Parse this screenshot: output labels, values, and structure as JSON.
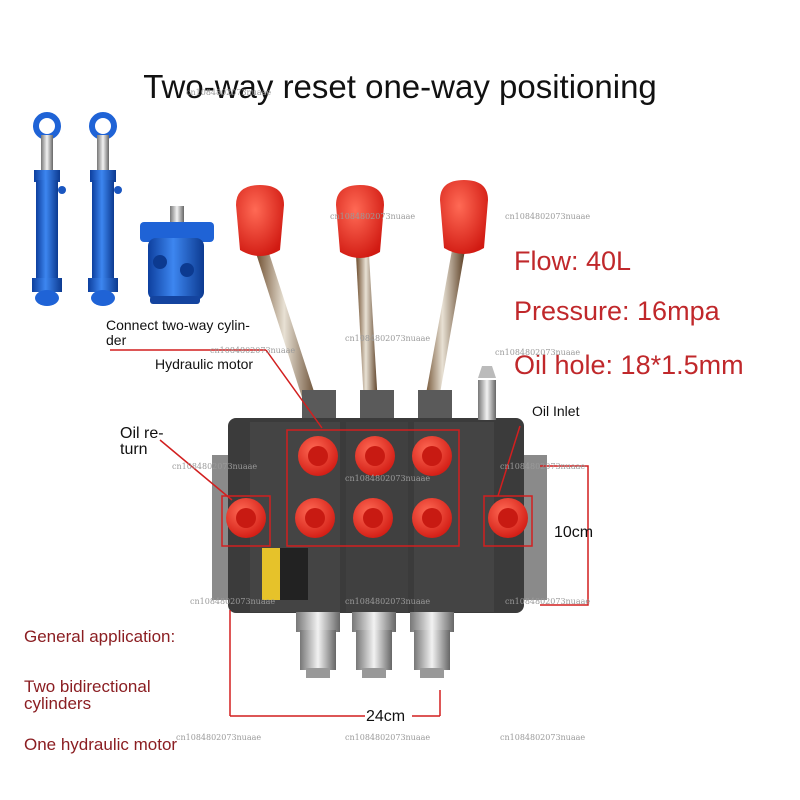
{
  "title": "Two-way reset one-way positioning",
  "specs": {
    "flow": "Flow: 40L",
    "pressure": "Pressure: 16mpa",
    "oil_hole": "Oil hole: 18*1.5mm"
  },
  "labels": {
    "connect_cylinder": "Connect two-way cylin-\nder",
    "hydraulic_motor": "Hydraulic motor",
    "oil_return": "Oil re-\nturn",
    "oil_inlet": "Oil Inlet"
  },
  "dimensions": {
    "height": "10cm",
    "width": "24cm"
  },
  "application": {
    "heading": "General application:",
    "item1": "Two bidirectional\ncylinders",
    "item2": "One hydraulic motor"
  },
  "watermark": "cn1084802073nuaae",
  "colors": {
    "accent_red": "#c0282b",
    "app_red": "#8b1e22",
    "cap_red": "#e8231e",
    "cylinder_blue": "#1f63d6",
    "valve_body": "#3b3b3b"
  }
}
